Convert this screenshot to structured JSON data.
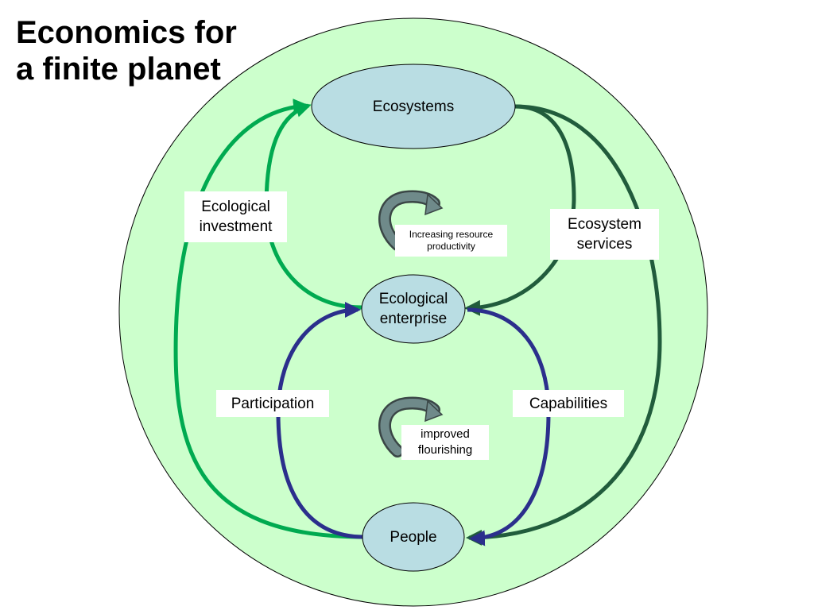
{
  "title": {
    "line1": "Economics for",
    "line2": "a finite planet"
  },
  "nodes": {
    "ecosystems": "Ecosystems",
    "enterprise": {
      "line1": "Ecological",
      "line2": "enterprise"
    },
    "people": "People"
  },
  "flows": {
    "ecological_investment": {
      "line1": "Ecological",
      "line2": "investment"
    },
    "ecosystem_services": {
      "line1": "Ecosystem",
      "line2": "services"
    },
    "participation": "Participation",
    "capabilities": "Capabilities"
  },
  "cycles": {
    "resource_productivity": {
      "line1": "Increasing resource",
      "line2": "productivity"
    },
    "flourishing": {
      "line1": "improved",
      "line2": "flourishing"
    }
  },
  "colors": {
    "planet_fill": "#ccffcc",
    "node_fill": "#b9dde3",
    "green_arrow": "#00aa50",
    "dark_green_arrow": "#215c3c",
    "blue_arrow": "#2b2f8c",
    "cycle_arrow": "#6f8a8a"
  }
}
